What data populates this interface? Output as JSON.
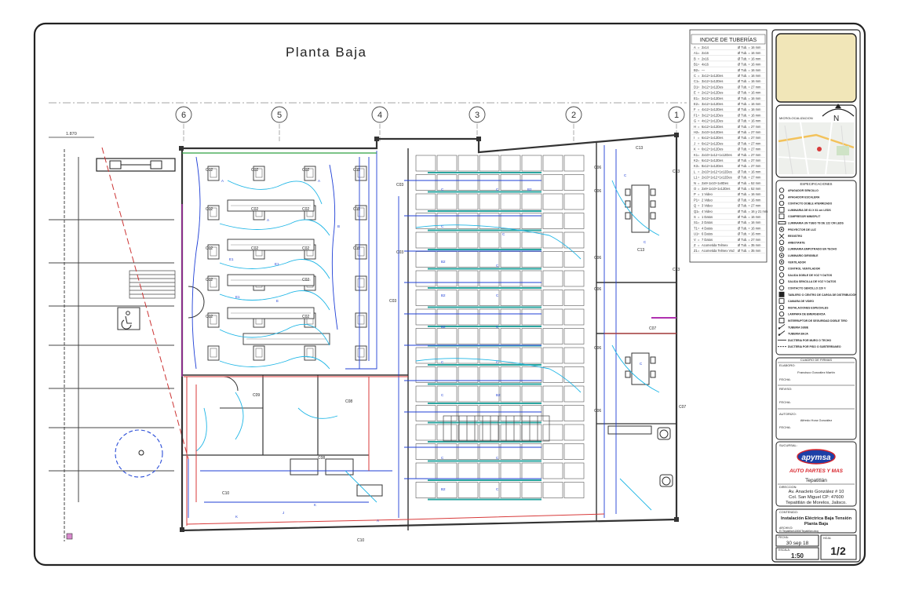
{
  "drawing": {
    "title": "Planta Baja",
    "dimension": "1.870",
    "axes": [
      "6",
      "5",
      "4",
      "3",
      "2",
      "1"
    ]
  },
  "tuberias": {
    "title": "INDICE DE TUBERÍAS",
    "rows": [
      [
        "A",
        "2x14",
        "Ø Tub. = 16 mm"
      ],
      [
        "A1",
        "2x16",
        "Ø Tub. = 16 mm"
      ],
      [
        "B",
        "2x16",
        "Ø Tub. = 16 mm"
      ],
      [
        "B1",
        "4x16",
        "Ø Tub. = 16 mm"
      ],
      [
        "B2",
        "—",
        "Ø Tub. = 16 mm"
      ],
      [
        "C",
        "3x12+1x12Des",
        "Ø Tub. = 16 mm"
      ],
      [
        "C1",
        "3x12+1x12Des",
        "Ø Tub. = 16 mm"
      ],
      [
        "D1",
        "3x12+1x12Des",
        "Ø Tub. = 27 mm"
      ],
      [
        "E",
        "2x12+1x12Des",
        "Ø Tub. = 16 mm"
      ],
      [
        "E1",
        "3x12+1x12Des",
        "Ø Tub. = 16 mm"
      ],
      [
        "E2",
        "3x12+1x12Des",
        "Ø Tub. = 16 mm"
      ],
      [
        "F",
        "4x12+1x12Des",
        "Ø Tub. = 16 mm"
      ],
      [
        "F1",
        "3x12+1x12Des",
        "Ø Tub. = 16 mm"
      ],
      [
        "G",
        "4x12+1x12Des",
        "Ø Tub. = 16 mm"
      ],
      [
        "H",
        "6x12+1x12Des",
        "Ø Tub. = 27 mm"
      ],
      [
        "H2",
        "2x10+1x12Des",
        "Ø Tub. = 27 mm"
      ],
      [
        "I",
        "6x12+1x12Des",
        "Ø Tub. = 27 mm"
      ],
      [
        "J",
        "6x12+1x12Des",
        "Ø Tub. = 27 mm"
      ],
      [
        "K",
        "6x12+1x12Des",
        "Ø Tub. = 27 mm"
      ],
      [
        "K1",
        "2x10+1x12+1x12Des",
        "Ø Tub. = 27 mm"
      ],
      [
        "K2",
        "6x12+1x12Des",
        "Ø Tub. = 27 mm"
      ],
      [
        "K3",
        "8x12+1x12Des",
        "Ø Tub. = 27 mm"
      ],
      [
        "L",
        "2x10+1x12+1x12Des",
        "Ø Tub. = 16 mm"
      ],
      [
        "L1",
        "2x10+1x12+1x12Des",
        "Ø Tub. = 27 mm"
      ],
      [
        "N",
        "2x8+1x10+1x8Des",
        "Ø Tub. = 52 mm"
      ],
      [
        "O",
        "2x8+1x10+1x12Des",
        "Ø Tub. = 52 mm"
      ],
      [
        "P",
        "1 Video",
        "Ø Tub. = 16 mm"
      ],
      [
        "P1",
        "2 Video",
        "Ø Tub. = 16 mm"
      ],
      [
        "Q",
        "3 Video",
        "Ø Tub. = 27 mm"
      ],
      [
        "Q1",
        "4 Video",
        "Ø Tub. = 16 y 21 mm"
      ],
      [
        "S",
        "1 Datos",
        "Ø Tub. = 16 mm"
      ],
      [
        "S1",
        "2 Datos",
        "Ø Tub. = 16 mm"
      ],
      [
        "T1",
        "4 Datos",
        "Ø Tub. = 16 mm"
      ],
      [
        "U1",
        "6 Datos",
        "Ø Tub. = 16 mm"
      ],
      [
        "V",
        "7 Datos",
        "Ø Tub. = 27 mm"
      ],
      [
        "Z",
        "Acometida Telmex",
        "Ø Tub. = 35 mm"
      ],
      [
        "Z1",
        "Acometida Telmex Vsd",
        "Ø Tub. = 35 mm"
      ]
    ]
  },
  "microlocalizacion": {
    "label": "MICROLOCALIZACION",
    "north": "N"
  },
  "especificaciones": {
    "title": "ESPECIFICACIONES",
    "items": [
      "APAGADOR SENCILLO",
      "APAGADOR ESCALERA",
      "CONTACTO DOBLE ATERRIZADO",
      "LUMINARIA DE 61 X 61 cm LEDS",
      "COMPRESOR MINISPLIT",
      "LUMINARIA UN TUBO T8 DE 122 CM LEDS",
      "PROYECTOR DE LUZ",
      "REGISTRO",
      "ARBOTANTE",
      "LUMINARIA EMPOTRADO EN TECHO",
      "LUMINARIO DIRIGIBLE",
      "VENTILADOR",
      "CONTROL VENTILADOR",
      "SALIDA DOBLE DE VOZ Y DATOS",
      "SALIDA SENCILLA DE VOZ Y DATOS",
      "CONTACTO SENCILLO 220 V",
      "TABLERO O CENTRO DE CARGA DE DISTRIBUCIÓN",
      "CAMARA DE VIDEO",
      "INSTALACIONES ESPECIALES",
      "LAMPARA DE EMERGENCIA",
      "INTERRUPTOR DE SEGURIDAD DOBLE TIRO",
      "TUBERIA SUBE",
      "TUBERIA BAJA",
      "DUCTERIA POR MURO O TECHO",
      "DUCTERIA POR PISO O SUBTERRANEO"
    ]
  },
  "firmas": {
    "title": "CUADRO DE FIRMAS",
    "elaboro_label": "ELABORO:",
    "elaboro_name": "Francisco González Martín",
    "fecha_label": "FECHA:",
    "reviso_label": "REVISO:",
    "autorizo_label": "AUTORIZO:",
    "autorizo_name": "Alfredo Hora González"
  },
  "sucursal": {
    "label": "SUCURSAL:",
    "logo_text": "apymsa",
    "brand": "AUTO PARTES Y MAS",
    "city": "Tepatitlán",
    "direccion_label": "DIRECCION:",
    "address_1": "Av. Anacleto González # 10",
    "address_2": "Col. San Miguel CP: 47600",
    "address_3": "Tepatitlán de Morelos, Jalisco."
  },
  "contenido": {
    "label": "CONTENIDO:",
    "line_1": "Instalación Eléctrica Baja Tensión",
    "line_2": "Planta Baja",
    "archivo_label": "ARCHIVO:",
    "archivo": "E:\\Tepatitlán\\1806\\Tepatitlán.dwg",
    "fecha_label": "FECHA:",
    "fecha": "30 sep 18",
    "hoja_label": "HOJA:",
    "hoja": "1/2",
    "escala_label": "ESCALA:",
    "escala": "1:50"
  },
  "colors": {
    "blue_line": "#1f3fd6",
    "cyan_line": "#1fb6e6",
    "red_line": "#d83a3a",
    "magenta_line": "#b030b0",
    "green_line": "#2fa040",
    "wall": "#333333",
    "grid": "#999999",
    "logo_blue": "#1d3fa6",
    "logo_red": "#d8232a",
    "title_fill": "#f1e6b8"
  }
}
